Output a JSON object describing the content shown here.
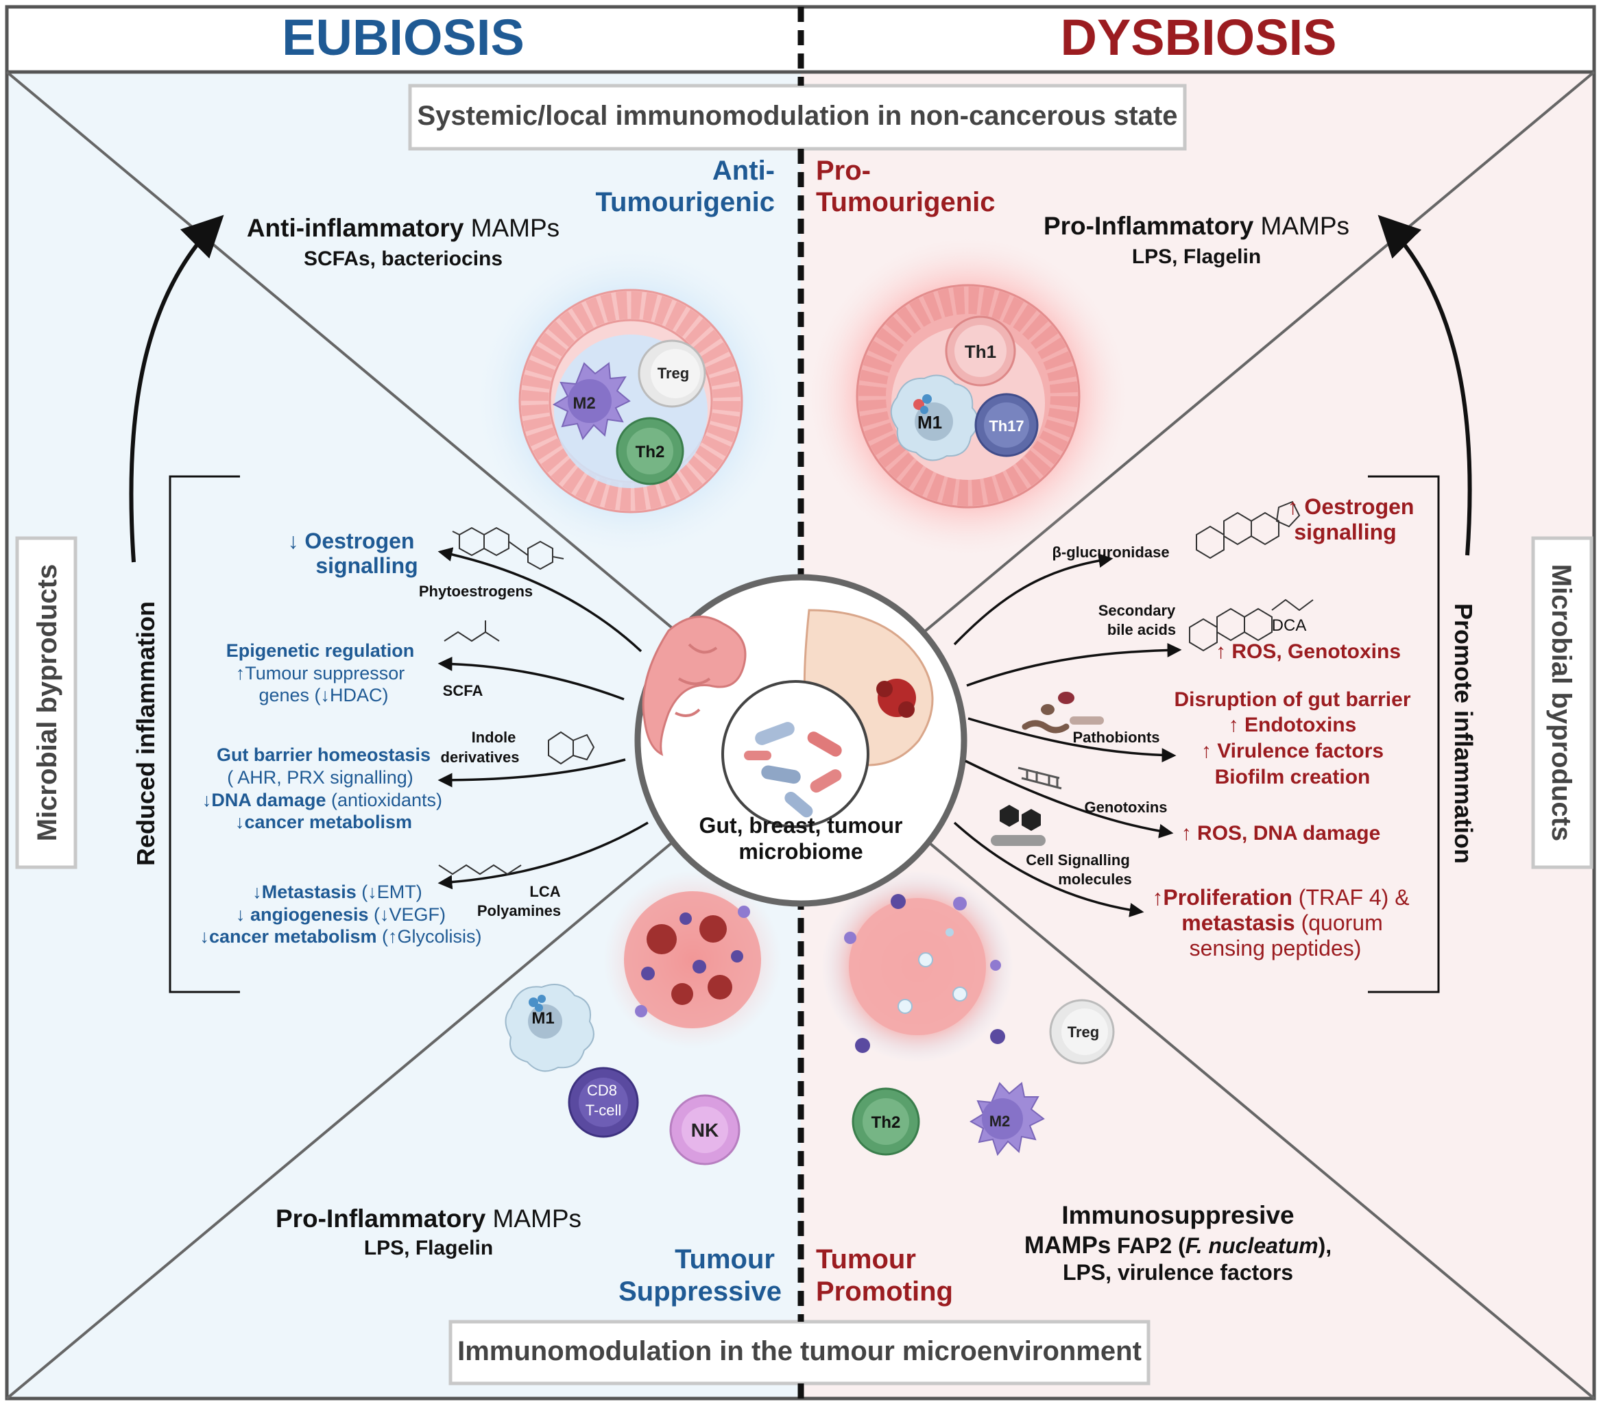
{
  "header": {
    "left_title": "EUBIOSIS",
    "right_title": "DYSBIOSIS",
    "left_color": "#1f5a94",
    "right_color": "#9b1c20"
  },
  "boxes": {
    "top": "Systemic/local immunomodulation in non-cancerous state",
    "bottom": "Immunomodulation in the tumour microenvironment",
    "left_side": "Microbial byproducts",
    "right_side": "Microbial byproducts"
  },
  "quadrant_labels": {
    "anti_tumourigenic": [
      "Anti-",
      "Tumourigenic"
    ],
    "pro_tumourigenic": [
      "Pro-",
      "Tumourigenic"
    ],
    "tumour_suppressive": [
      "Tumour",
      "Suppressive"
    ],
    "tumour_promoting": [
      "Tumour",
      "Promoting"
    ]
  },
  "mamps": {
    "top_left": {
      "bold": "Anti-inflammatory",
      "normal": " MAMPs",
      "sub": "SCFAs, bacteriocins"
    },
    "top_right": {
      "bold": "Pro-Inflammatory",
      "normal": " MAMPs",
      "sub": "LPS, Flagelin"
    },
    "bottom_left": {
      "bold": "Pro-Inflammatory",
      "normal": " MAMPs",
      "sub": "LPS, Flagelin"
    },
    "bottom_right": {
      "line1": "Immunosuppresive",
      "line2_bold": "MAMPs",
      "line2_rest": "  FAP2 (",
      "italic": "F. nucleatum",
      "line2_end": "),",
      "line3": "LPS, virulence factors"
    }
  },
  "side_arrows": {
    "left": "Reduced inflammation",
    "right": "Promote inflammation"
  },
  "cells": {
    "top_left": [
      "M2",
      "Treg",
      "Th2"
    ],
    "top_right": [
      "Th1",
      "M1",
      "Th17"
    ],
    "bottom_left": [
      "M1",
      "CD8",
      "T-cell",
      "NK"
    ],
    "bottom_right": [
      "Treg",
      "Th2",
      "M2"
    ]
  },
  "center": {
    "label_line1": "Gut, breast, tumour",
    "label_line2": "microbiome"
  },
  "left_effects": {
    "phyto": {
      "source": "Phytoestrogens",
      "line1": "↓ Oestrogen",
      "line2": "signalling"
    },
    "scfa": {
      "source": "SCFA",
      "line1": "Epigenetic regulation",
      "line2": "↑Tumour suppressor",
      "line3": "genes (↓HDAC)"
    },
    "indole": {
      "source1": "Indole",
      "source2": "derivatives",
      "line1": "Gut barrier homeostasis",
      "line2": "( AHR, PRX signalling)",
      "line3_bold": "↓DNA damage",
      "line3_rest": " (antioxidants)",
      "line4": "↓cancer metabolism"
    },
    "polyamines": {
      "source1": "LCA",
      "source2": "Polyamines",
      "line1_bold": "↓Metastasis",
      "line1_rest": " (↓EMT)",
      "line2_bold": "↓ angiogenesis",
      "line2_rest": " (↓VEGF)",
      "line3_bold": "↓cancer metabolism",
      "line3_rest": " (↑Glycolisis)"
    }
  },
  "right_effects": {
    "glucuronidase": {
      "source": "β-glucuronidase",
      "line1": "↑ Oestrogen",
      "line2": "signalling"
    },
    "bile": {
      "source1": "Secondary",
      "source2": "bile acids",
      "dca": "DCA",
      "line1": "↑ ROS, Genotoxins"
    },
    "pathobionts": {
      "source": "Pathobionts",
      "line1": "Disruption of gut barrier",
      "line2": "↑ Endotoxins",
      "line3": "↑ Virulence factors",
      "line4": "Biofilm creation"
    },
    "genotoxins": {
      "source": "Genotoxins",
      "line1": "↑ ROS, DNA damage"
    },
    "signalling": {
      "source1": "Cell Signalling",
      "source2": "molecules",
      "line1_bold": "↑Proliferation",
      "line1_rest": " (TRAF 4) &",
      "line2_bold": "metastasis",
      "line2_rest": " (quorum",
      "line3": "sensing peptides)"
    }
  }
}
